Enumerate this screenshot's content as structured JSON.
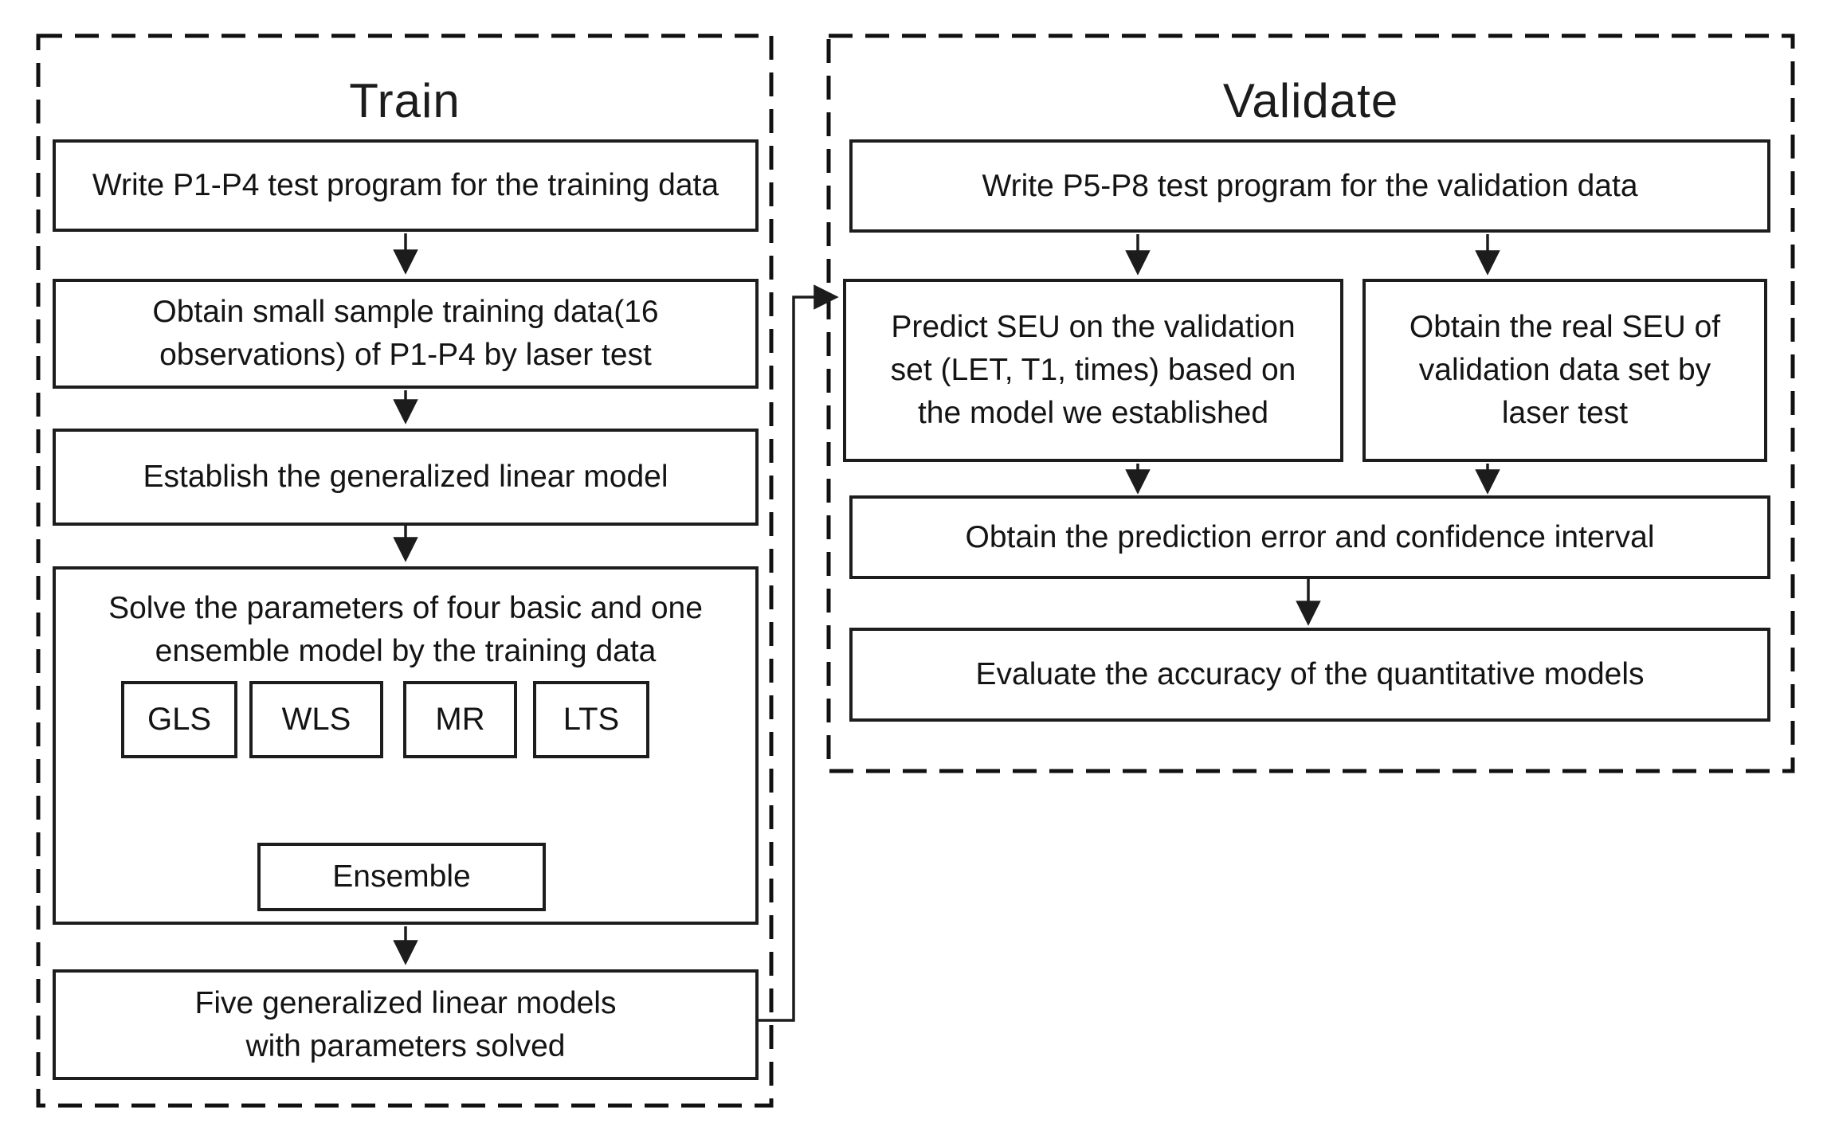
{
  "train": {
    "title": "Train",
    "step1": "Write P1-P4 test program for the training data",
    "step2_lines": [
      "Obtain small sample training data(16",
      "observations) of P1-P4 by laser test"
    ],
    "step3": "Establish the generalized linear model",
    "step4_lines": [
      "Solve the parameters of four basic and one",
      "ensemble model by the training data"
    ],
    "models": [
      "GLS",
      "WLS",
      "MR",
      "LTS"
    ],
    "ensemble": "Ensemble",
    "step5_lines": [
      "Five generalized linear models",
      "with parameters solved"
    ]
  },
  "validate": {
    "title": "Validate",
    "step1": "Write P5-P8 test program for the validation data",
    "step2_lines": [
      "Predict SEU on the validation",
      "set (LET, T1, times) based on",
      "the model we established"
    ],
    "step3_lines": [
      "Obtain the real SEU of",
      "validation data set by",
      "laser test"
    ],
    "step4": "Obtain the prediction error and confidence interval",
    "step5": "Evaluate the accuracy of the quantitative models"
  },
  "colors": {
    "ink": "#1c1c1c",
    "background": "#ffffff"
  }
}
